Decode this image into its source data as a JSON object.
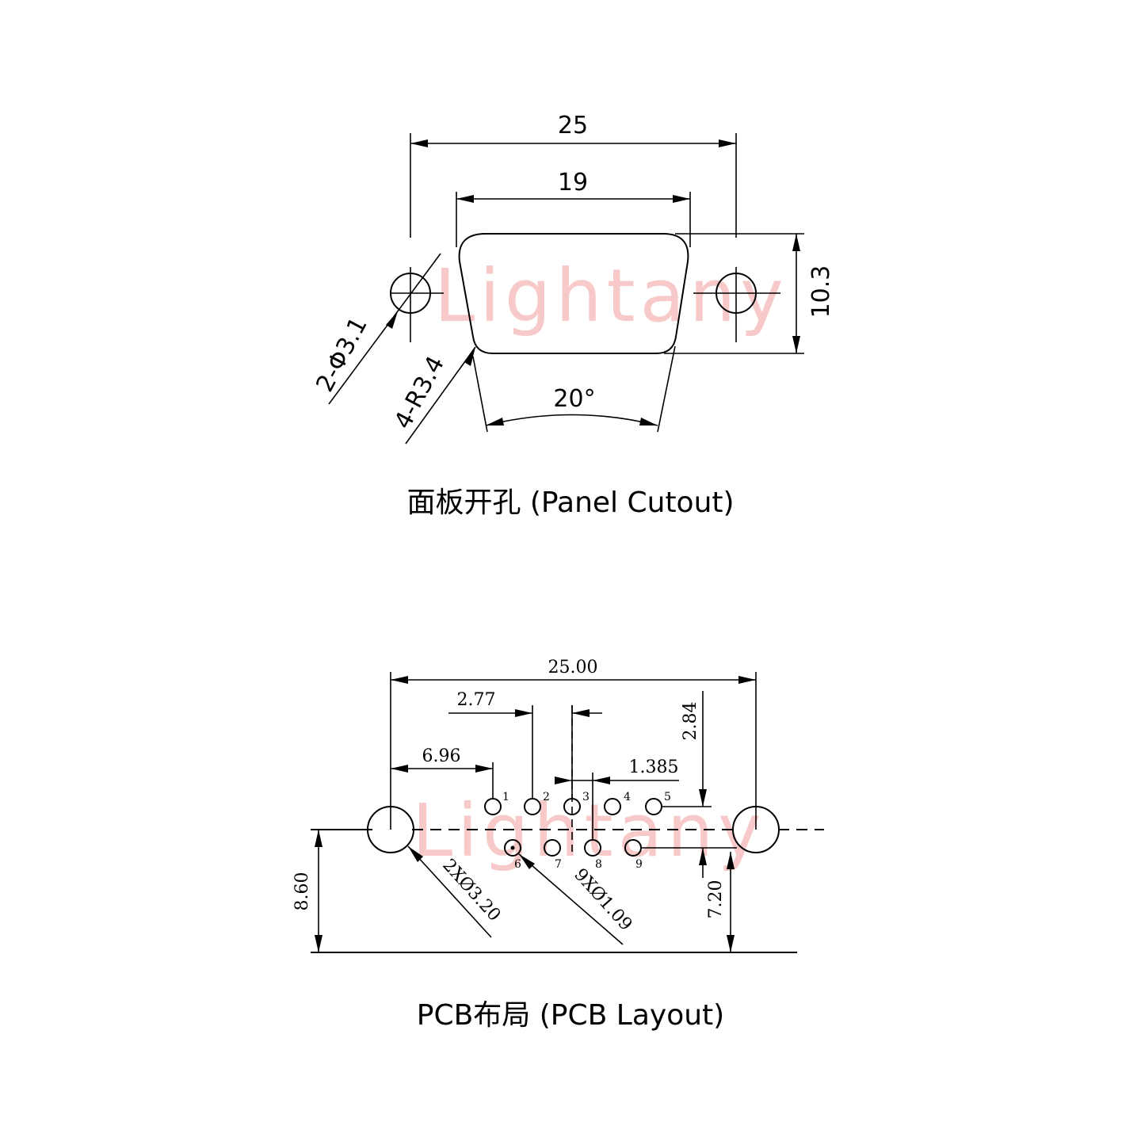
{
  "watermark": "Lightany",
  "panel": {
    "caption": "面板开孔 (Panel Cutout)",
    "dim_width_total": "25",
    "dim_width_shell": "19",
    "dim_height": "10.3",
    "dim_hole": "2-Φ3.1",
    "dim_radius": "4-R3.4",
    "dim_angle": "20°"
  },
  "pcb": {
    "caption": "PCB布局 (PCB Layout)",
    "dim_total": "25.00",
    "dim_pitch": "2.77",
    "dim_offset": "6.96",
    "dim_half_pitch": "1.385",
    "dim_row_spacing": "2.84",
    "dim_edge_left": "8.60",
    "dim_edge_right": "7.20",
    "dim_mount_hole": "2XØ3.20",
    "dim_pin_hole": "9XØ1.09",
    "pins": [
      "1",
      "2",
      "3",
      "4",
      "5",
      "6",
      "7",
      "8",
      "9"
    ]
  }
}
